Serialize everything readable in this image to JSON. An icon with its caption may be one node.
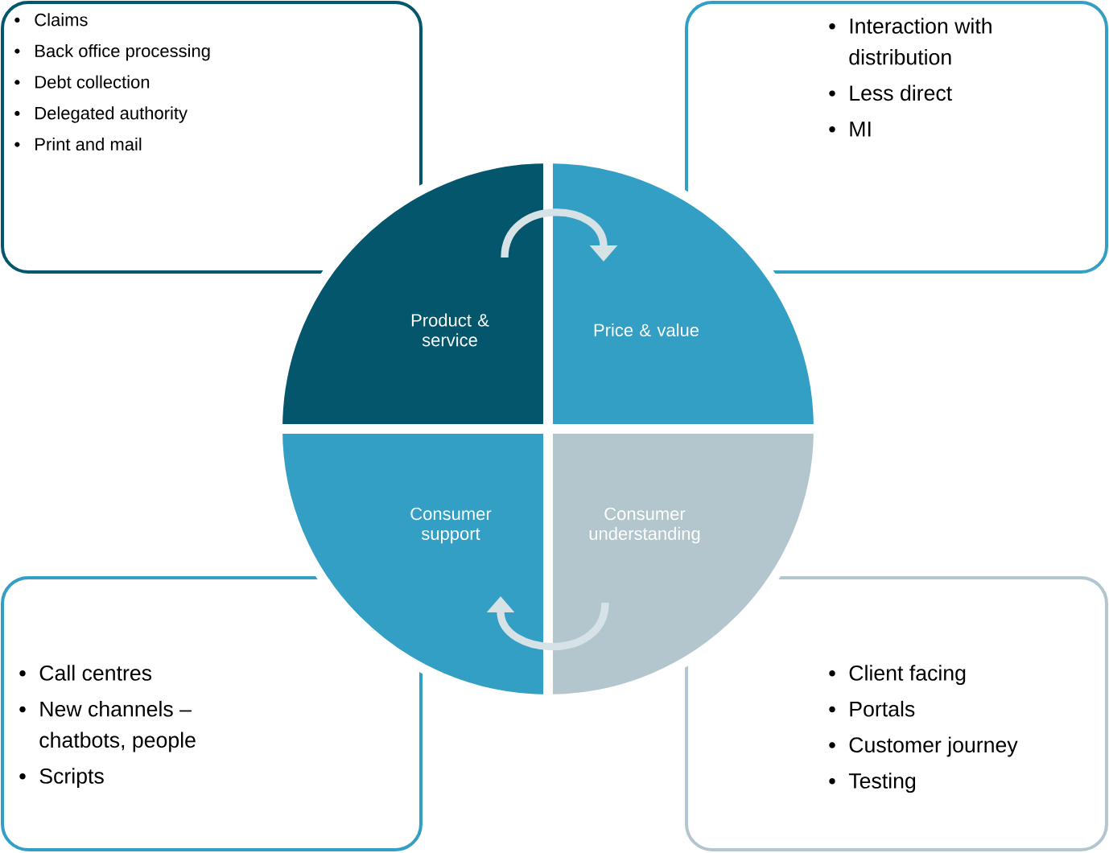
{
  "diagram": {
    "nodes": [
      {
        "text": [
          "Claims",
          "Back office processing",
          "Debt collection",
          "Delegated authority",
          "Print and mail"
        ]
      },
      {
        "text": [
          "Interaction with distribution",
          "Less direct",
          "MI"
        ]
      },
      {
        "text": [
          "Product & service"
        ]
      },
      {
        "text": [
          "Price & value"
        ]
      },
      {
        "text": [
          "Consumer support"
        ]
      },
      {
        "text": [
          "Consumer understanding"
        ]
      },
      {
        "text": [
          "Call centres",
          "New channels – chatbots, people",
          "Scripts"
        ]
      },
      {
        "text": [
          "Client facing",
          "Portals",
          "Customer journey",
          "Testing"
        ]
      }
    ],
    "edges": [
      {
        "from": 2,
        "to": 3,
        "arrow": "to"
      },
      {
        "from": 5,
        "to": 4,
        "arrow": "to"
      }
    ]
  }
}
